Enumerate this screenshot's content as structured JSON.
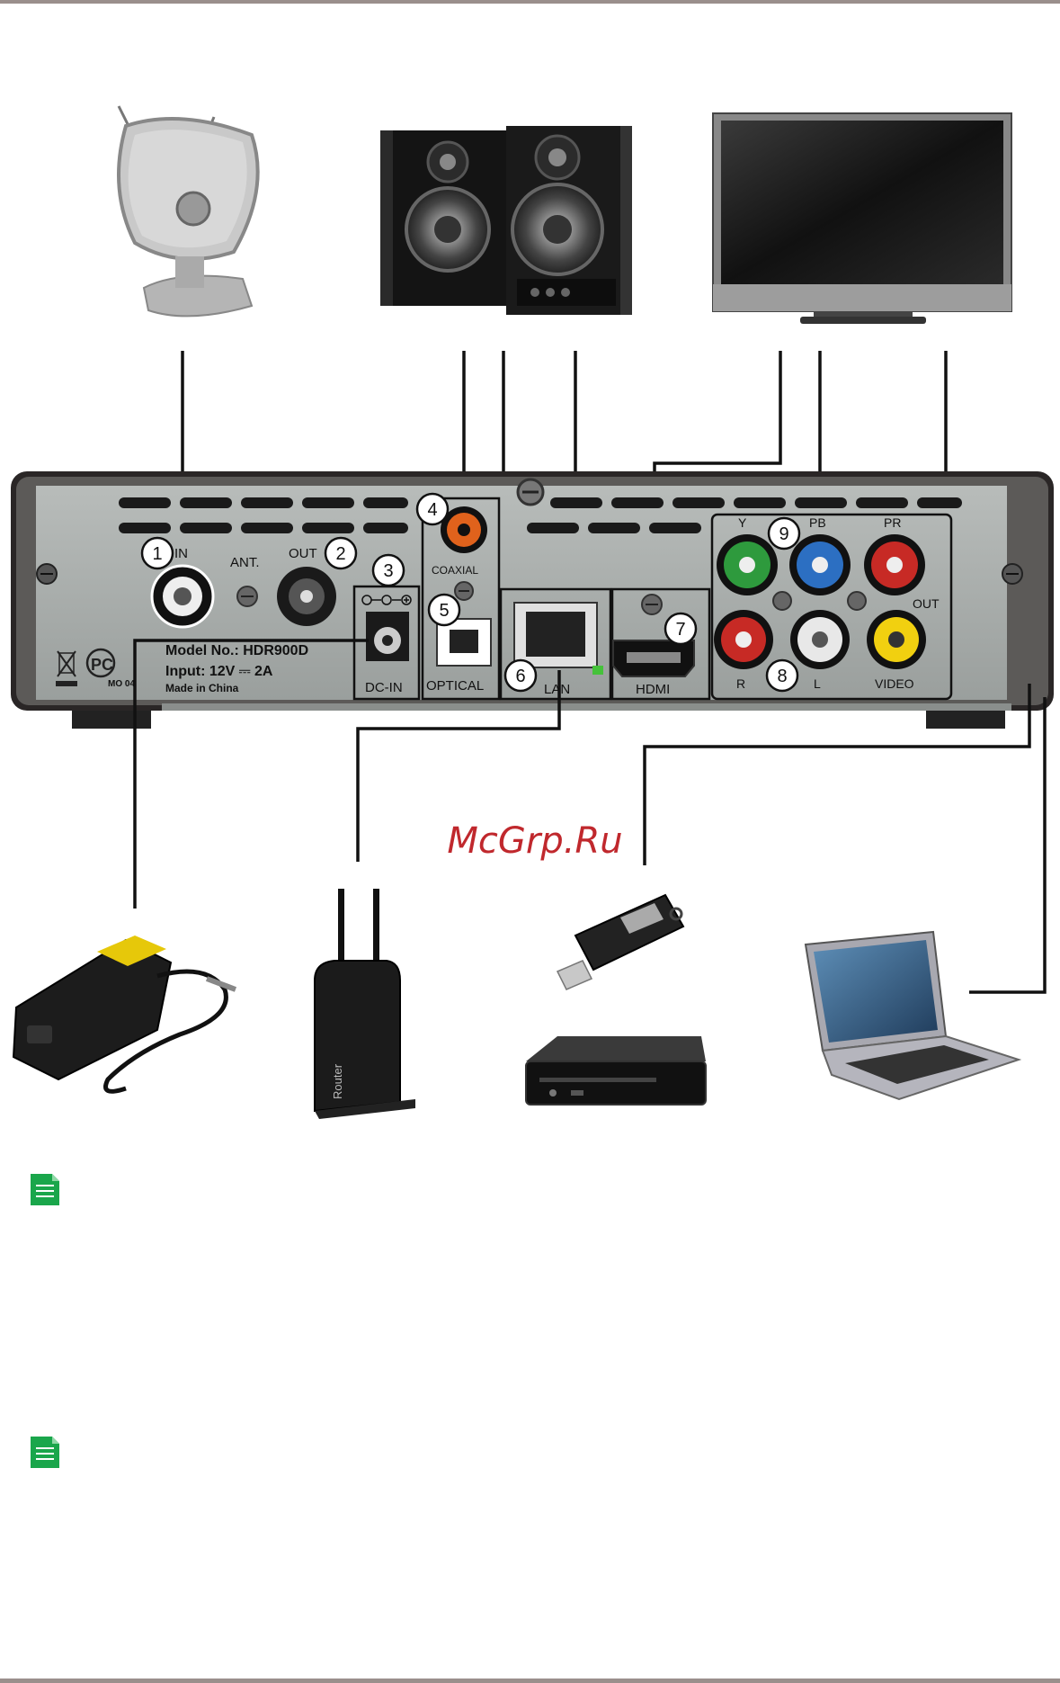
{
  "device": {
    "model": "Model No.: HDR900D",
    "input": "Input: 12V ⎓ 2A",
    "made_in": "Made in China",
    "cert": "MO 04"
  },
  "ports": {
    "ant": "ANT.",
    "ant_in": "IN",
    "ant_out": "OUT",
    "dc_in": "DC-IN",
    "coaxial": "COAXIAL",
    "optical": "OPTICAL",
    "lan": "LAN",
    "hdmi": "HDMI",
    "y": "Y",
    "pb": "PB",
    "pr": "PR",
    "out": "OUT",
    "r": "R",
    "l": "L",
    "video": "VIDEO"
  },
  "callouts": [
    "1",
    "2",
    "3",
    "4",
    "5",
    "6",
    "7",
    "8",
    "9"
  ],
  "peripherals": {
    "router": "Router"
  },
  "watermark": "McGrp.Ru",
  "colors": {
    "panel": "#a9adab",
    "chassis": "#2a2626",
    "watermark": "#c0282d",
    "note_icon": "#1aa64b",
    "rca_green": "#2e9a3d",
    "rca_blue": "#2c6fc2",
    "rca_red": "#c72a25",
    "rca_white": "#e8e8e8",
    "rca_yellow": "#f1d010",
    "coax_orange": "#e0621c"
  },
  "icons": [
    "antenna-icon",
    "speakers-icon",
    "tv-icon",
    "power-adapter-icon",
    "router-icon",
    "usb-flash-icon",
    "external-drive-icon",
    "laptop-icon",
    "note-icon"
  ]
}
